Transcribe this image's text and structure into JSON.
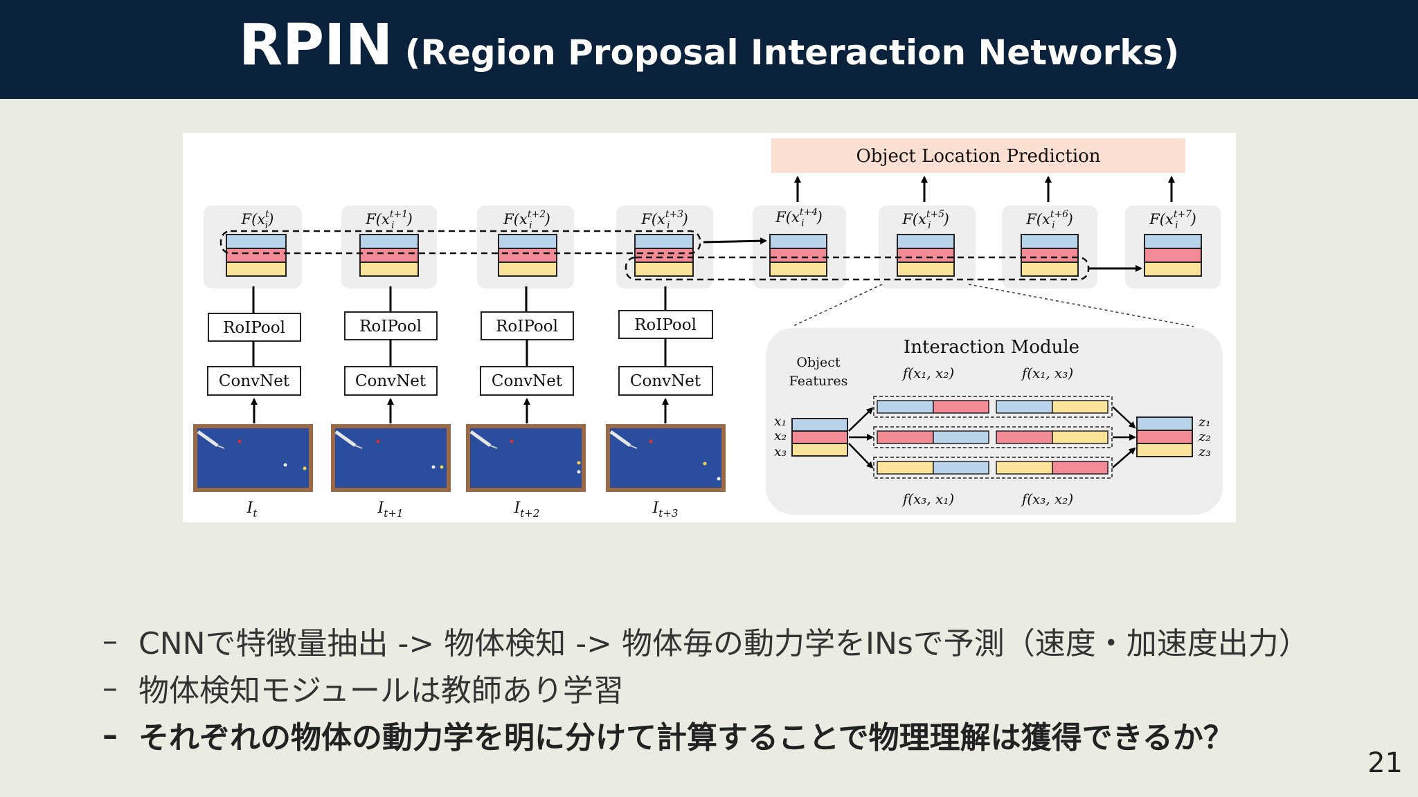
{
  "slide": {
    "title_main": "RPIN",
    "title_sub": " (Region Proposal Interaction Networks)",
    "page_number": "21"
  },
  "figure": {
    "prediction_label": "Object Location Prediction",
    "feature_labels": [
      "F(x",
      "F(x",
      "F(x",
      "F(x",
      "F(x",
      "F(x",
      "F(x",
      "F(x"
    ],
    "feature_superscripts": [
      "t",
      "t+1",
      "t+2",
      "t+3",
      "t+4",
      "t+5",
      "t+6",
      "t+7"
    ],
    "feature_subscript": "i",
    "roipool_label": "RoIPool",
    "convnet_label": "ConvNet",
    "frame_labels": [
      "I",
      "I",
      "I",
      "I"
    ],
    "frame_subscripts": [
      "t",
      "t+1",
      "t+2",
      "t+3"
    ],
    "interaction_module": {
      "title": "Interaction  Module",
      "object_features_line1": "Object",
      "object_features_line2": "Features",
      "pair_labels_top": [
        "f(x₁, x₂)",
        "f(x₁, x₃)"
      ],
      "pair_labels_bottom": [
        "f(x₃, x₁)",
        "f(x₃, x₂)"
      ],
      "inputs": [
        "x₁",
        "x₂",
        "x₃"
      ],
      "outputs": [
        "z₁",
        "z₂",
        "z₃"
      ]
    },
    "colors": {
      "blue": "#b8d3ea",
      "red": "#f28b96",
      "yellow": "#fbe39a",
      "pink_bar": "#fbdfd3",
      "table": "#2b4d9e",
      "table_frame": "#9b6a44"
    }
  },
  "bullets": [
    "CNNで特徴量抽出 -> 物体検知 -> 物体毎の動力学をINsで予測（速度・加速度出力）",
    "物体検知モジュールは教師あり学習",
    "それぞれの物体の動力学を明に分けて計算することで物理理解は獲得できるか？"
  ]
}
